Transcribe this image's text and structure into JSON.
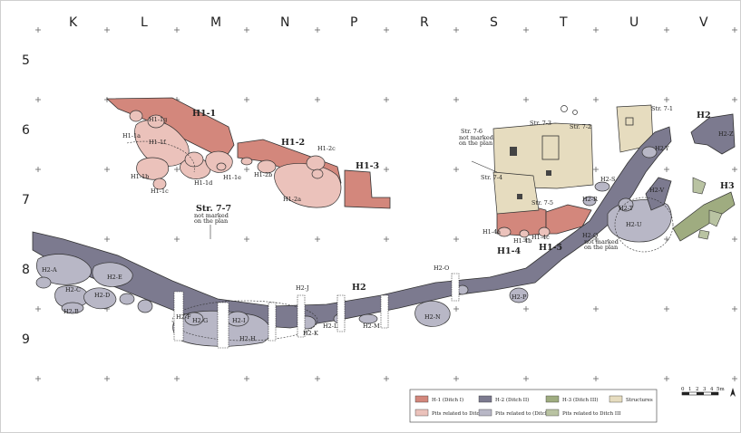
{
  "grid": {
    "columns": [
      "K",
      "L",
      "M",
      "N",
      "P",
      "R",
      "S",
      "T",
      "U",
      "V"
    ],
    "rows": [
      "5",
      "6",
      "7",
      "8",
      "9"
    ]
  },
  "labels": {
    "h1_1": "H1-1",
    "h1_1g": "H1-1g",
    "h1_1a": "H1-1a",
    "h1_1f": "H1-1f",
    "h1_1b": "H1-1b",
    "h1_1c": "H1-1c",
    "h1_1d": "H1-1d",
    "h1_1e": "H1-1e",
    "h1_2": "H1-2",
    "h1_2c": "H1-2c",
    "h1_2b": "H1-2b",
    "h1_2a": "H1-2a",
    "h1_3": "H1-3",
    "str_7_7": "Str. 7-7",
    "str_7_7_note1": "not marked",
    "str_7_7_note2": "on the plan",
    "str_7_6": "Str. 7-6",
    "str_7_6_note1": "not marked",
    "str_7_6_note2": "on the plan",
    "str_7_3": "Str. 7-3",
    "str_7_2": "Str. 7-2",
    "str_7_1": "Str. 7-1",
    "str_7_4": "Str. 7-4",
    "str_7_5": "Str. 7-5",
    "h1_4a": "H1-4a",
    "h1_4b": "H1-4b",
    "h1_4c": "H1-4c",
    "h1_4": "H1-4",
    "h1_5": "H1-5",
    "h2_r": "H2-R",
    "h2_s": "H2-S",
    "h2_t": "H2-T",
    "h2_u": "H2-U",
    "h2_v": "H2-V",
    "h2_y": "H2-Y",
    "h2_q": "H2-Q",
    "h2_q_note1": "not marked",
    "h2_q_note2": "on the plan",
    "h2": "H2",
    "h2_z": "H2-Z",
    "h3": "H3",
    "h2_a": "H2-A",
    "h2_e": "H2-E",
    "h2_c": "H2-C",
    "h2_d": "H2-D",
    "h2_b": "H2-B",
    "h2_f": "H2-F",
    "h2_g": "H2-G",
    "h2_i": "H2-I",
    "h2_h": "H2-H",
    "h2_j": "H2-J",
    "h2_k": "H2-K",
    "h2_l": "H2-L",
    "h2_m": "H2-M",
    "h2_main": "H2",
    "h2_n": "H2-N",
    "h2_o": "H2-O",
    "h2_p": "H2-P"
  },
  "legend": {
    "items": [
      {
        "label": "H-1 (Ditch I)",
        "color": "#d3877c"
      },
      {
        "label": "H-2 (Ditch II)",
        "color": "#7c7a8f"
      },
      {
        "label": "H-3 (Ditch III)",
        "color": "#9fac80"
      },
      {
        "label": "Structures",
        "color": "#e6dcbf"
      },
      {
        "label": "Pits related to Ditch I",
        "color": "#ebc2bb"
      },
      {
        "label": "Pits related to (Ditch II)",
        "color": "#b8b7c6"
      },
      {
        "label": "Pits related to Ditch III",
        "color": "#b9c3a2"
      }
    ]
  },
  "scale": {
    "ticks": [
      "0",
      "1",
      "2",
      "3",
      "4",
      "5m"
    ],
    "north": "north-arrow-icon"
  },
  "colors": {
    "ditch1": "#d3877c",
    "pit1": "#ebc2bb",
    "ditch2": "#7c7a8f",
    "pit2": "#b8b7c6",
    "ditch3": "#9fac80",
    "structure": "#e6dcbf"
  }
}
